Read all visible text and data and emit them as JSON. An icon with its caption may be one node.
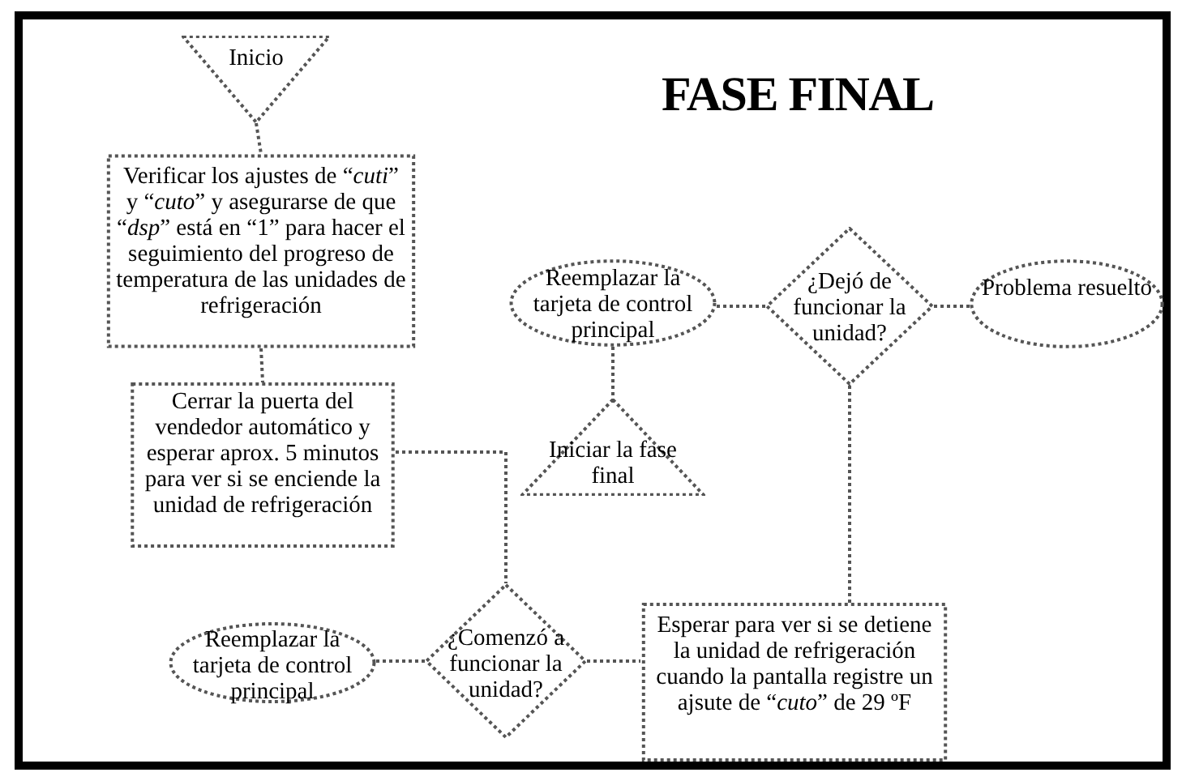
{
  "diagram": {
    "title": "FASE FINAL",
    "nodes": [
      {
        "text": [
          "Inicio"
        ]
      },
      {
        "text": [
          "Verificar los ajustes de “*cuti*” y “*cuto*” y asegurarse de que “*dsp*” está en “1” para hacer el seguimiento del progreso de temperatura de las unidades de refrigeración"
        ]
      },
      {
        "text": [
          "Cerrar la puerta del vendedor automático y esperar aprox. 5 minutos para ver si se enciende la unidad de refrigeración"
        ]
      },
      {
        "text": [
          "¿Comenzó a funcionar la unidad?"
        ]
      },
      {
        "text": [
          "Reemplazar la tarjeta de control principal"
        ]
      },
      {
        "text": [
          "Esperar para ver si se detiene la unidad de refrigeración cuando la pantalla registre un ajsute de “*cuto*” de 29 ºF"
        ]
      },
      {
        "text": [
          "¿Dejó de funcionar la unidad?"
        ]
      },
      {
        "text": [
          "Reemplazar la tarjeta de control principal"
        ]
      },
      {
        "text": [
          "Problema resuelto"
        ]
      },
      {
        "text": [
          "Iniciar la fase final"
        ]
      }
    ],
    "edges": [
      {
        "from": 0,
        "to": 1,
        "arrow": "none"
      },
      {
        "from": 1,
        "to": 2,
        "arrow": "none"
      },
      {
        "from": 2,
        "to": 3,
        "arrow": "none"
      },
      {
        "from": 3,
        "to": 4,
        "arrow": "none"
      },
      {
        "from": 3,
        "to": 5,
        "arrow": "none"
      },
      {
        "from": 5,
        "to": 6,
        "arrow": "none"
      },
      {
        "from": 6,
        "to": 8,
        "arrow": "none"
      },
      {
        "from": 6,
        "to": 7,
        "arrow": "none"
      },
      {
        "from": 7,
        "to": 9,
        "arrow": "none"
      }
    ]
  }
}
